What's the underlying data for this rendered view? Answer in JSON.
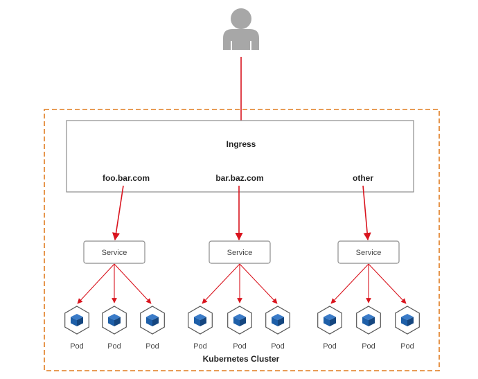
{
  "cluster": {
    "label": "Kubernetes Cluster",
    "border_color": "#E07B1F"
  },
  "ingress": {
    "title": "Ingress",
    "hosts": [
      "foo.bar.com",
      "bar.baz.com",
      "other"
    ]
  },
  "services": [
    {
      "label": "Service",
      "pods": [
        "Pod",
        "Pod",
        "Pod"
      ]
    },
    {
      "label": "Service",
      "pods": [
        "Pod",
        "Pod",
        "Pod"
      ]
    },
    {
      "label": "Service",
      "pods": [
        "Pod",
        "Pod",
        "Pod"
      ]
    }
  ],
  "colors": {
    "arrow": "#D9141E",
    "pod_cube": "#1E5FA8",
    "user_icon": "#A7A7A7",
    "box_border": "#8C8C8C"
  },
  "icons": {
    "user": "user-icon",
    "pod": "pod-cube-icon"
  }
}
